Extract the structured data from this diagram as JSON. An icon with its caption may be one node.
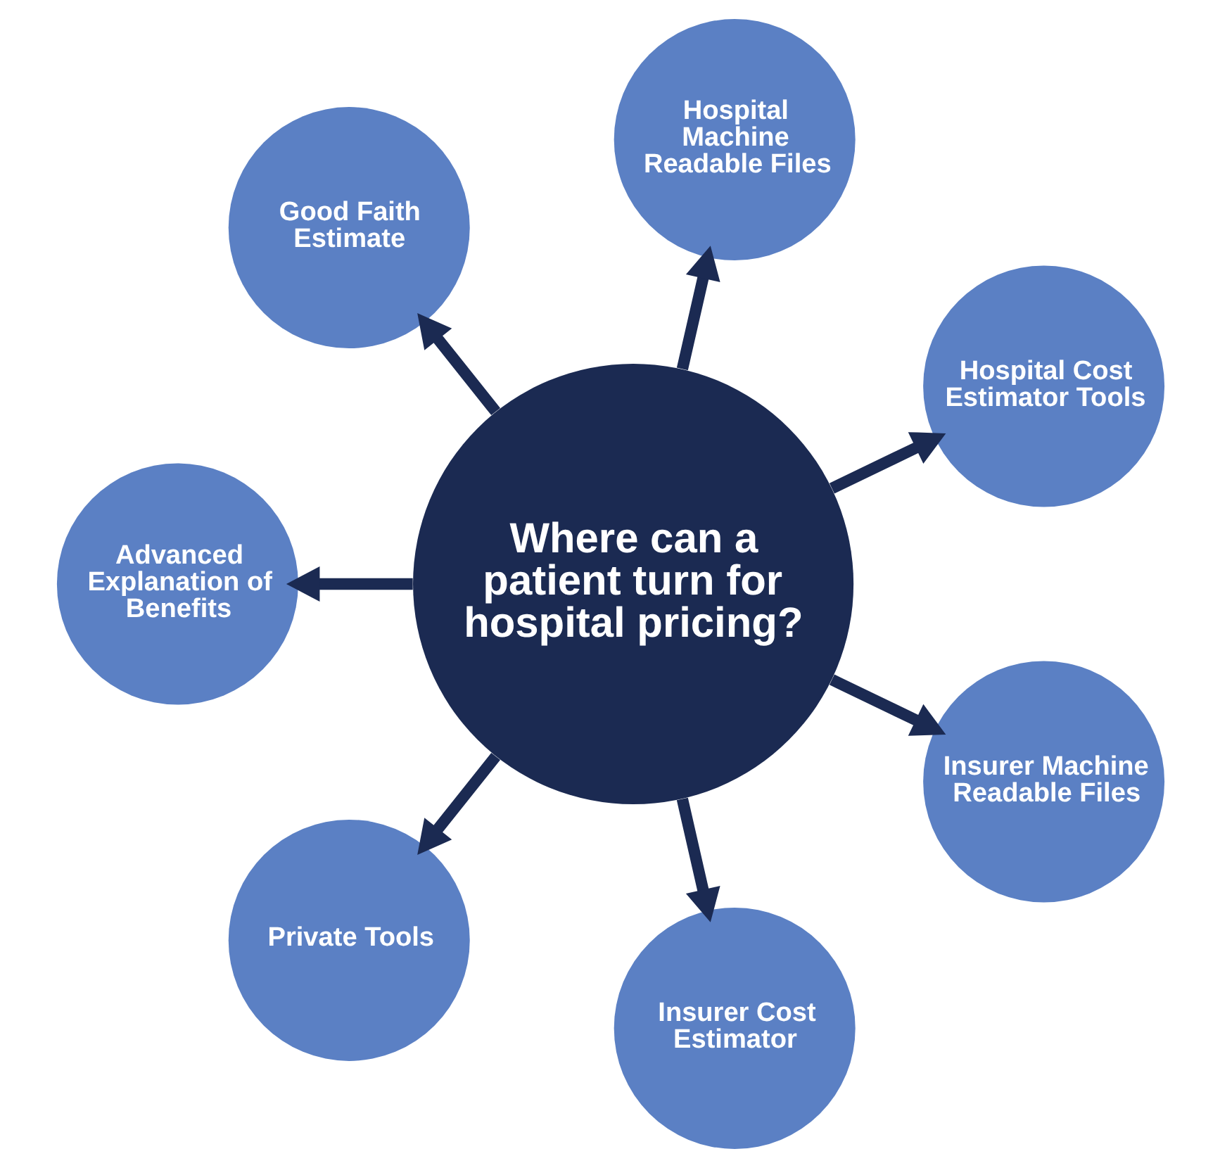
{
  "diagram": {
    "nodes": [
      {
        "text": [
          "Where can a patient turn for hospital pricing?"
        ]
      },
      {
        "text": [
          "Hospital Machine Readable Files"
        ]
      },
      {
        "text": [
          "Hospital Cost Estimator Tools"
        ]
      },
      {
        "text": [
          "Insurer Machine Readable Files"
        ]
      },
      {
        "text": [
          "Insurer Cost Estimator"
        ]
      },
      {
        "text": [
          "Private Tools"
        ]
      },
      {
        "text": [
          "Advanced Explanation of Benefits"
        ]
      },
      {
        "text": [
          "Good Faith Estimate"
        ]
      }
    ],
    "edges": [
      {
        "from": 0,
        "to": 1,
        "arrow": "to"
      },
      {
        "from": 0,
        "to": 2,
        "arrow": "to"
      },
      {
        "from": 0,
        "to": 3,
        "arrow": "to"
      },
      {
        "from": 0,
        "to": 4,
        "arrow": "to"
      },
      {
        "from": 0,
        "to": 5,
        "arrow": "to"
      },
      {
        "from": 0,
        "to": 6,
        "arrow": "to"
      },
      {
        "from": 0,
        "to": 7,
        "arrow": "to"
      }
    ]
  }
}
